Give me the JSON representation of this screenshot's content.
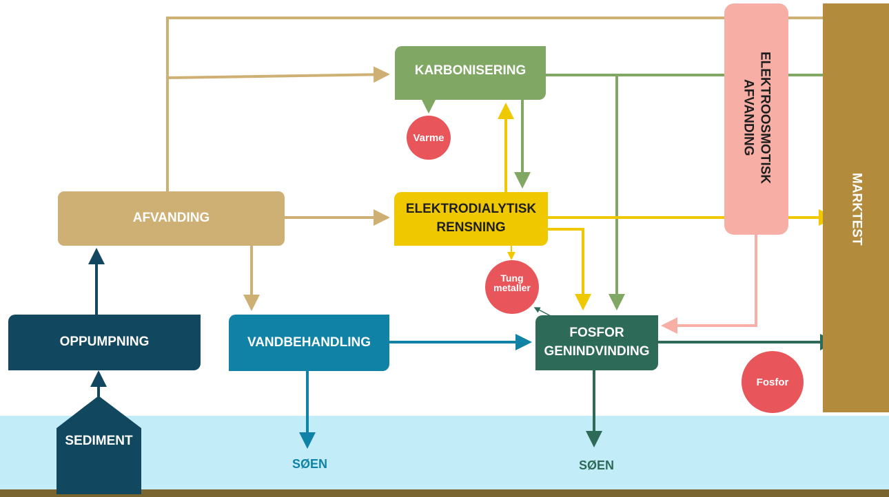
{
  "boxes": {
    "afvanding": "AFVANDING",
    "oppumpning": "OPPUMPNING",
    "sediment": "SEDIMENT",
    "karbonisering": "KARBONISERING",
    "elektrodialytisk_line1": "ELEKTRODIALYTISK",
    "elektrodialytisk_line2": "RENSNING",
    "vandbehandling": "VANDBEHANDLING",
    "fosfor_line1": "FOSFOR",
    "fosfor_line2": "GENINDVINDING",
    "elektroosmotisk_line1": "ELEKTROOSMOTISK",
    "elektroosmotisk_line2": "AFVANDING",
    "marktest": "MARKTEST"
  },
  "circles": {
    "varme": "Varme",
    "tung_line1": "Tung",
    "tung_line2": "metaller",
    "fosfor": "Fosfor"
  },
  "outputs": {
    "soen_left": "SØEN",
    "soen_right": "SØEN"
  },
  "colors": {
    "tan": "#cfb074",
    "green": "#80a764",
    "yellow": "#f0c800",
    "pink": "#f7aea4",
    "teal": "#0f82a5",
    "navy": "#11475f",
    "darkgreen": "#2e6a58",
    "brown": "#b28b3c",
    "red": "#e8555a",
    "water": "#c3ecf9"
  }
}
